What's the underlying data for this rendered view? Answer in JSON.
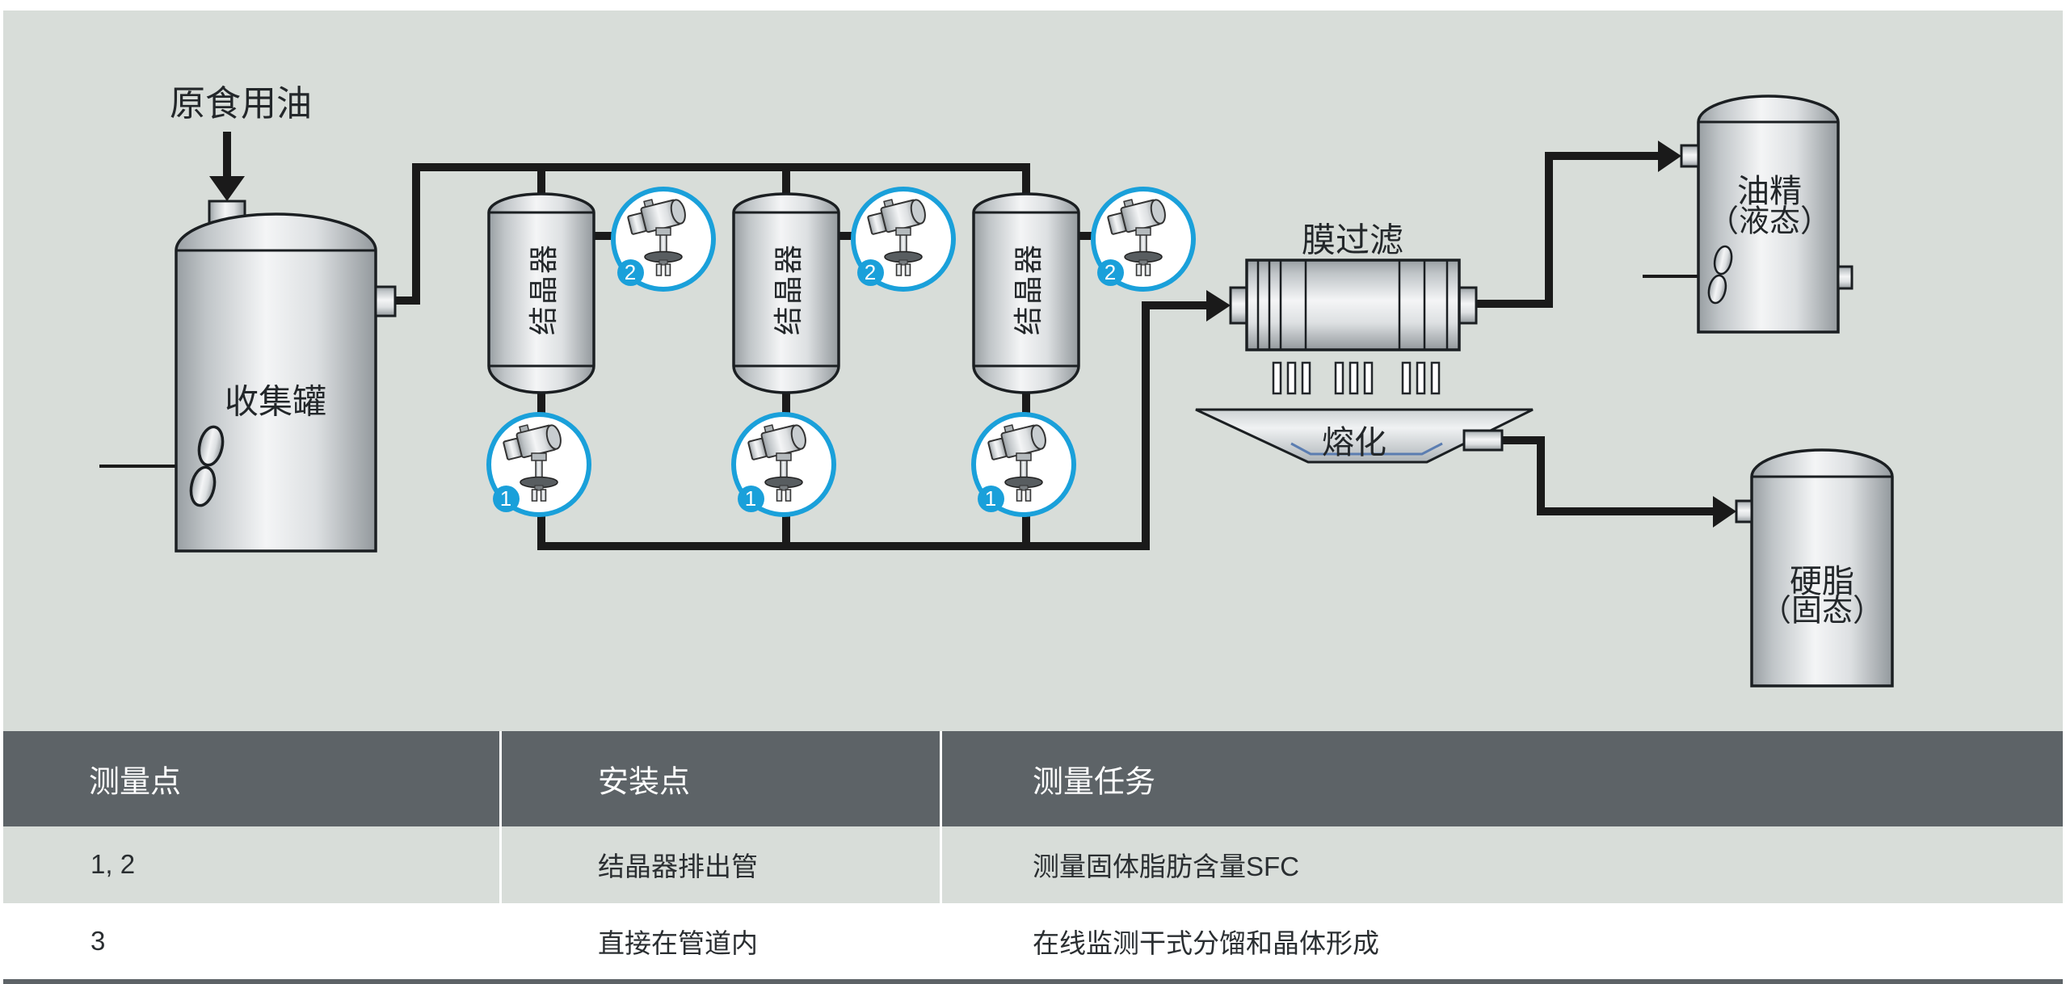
{
  "colors": {
    "panel_background": "#d8ddd9",
    "pipe": "#1a1a1a",
    "vessel_outline": "#1b1f22",
    "accent_blue": "#1aa0da",
    "table_header_bg": "#5d6367",
    "table_header_text": "#ffffff",
    "table_row_alt_bg": "#d8ddd9",
    "table_row_bg": "#ffffff",
    "liquid_line_blue": "#5b7db1"
  },
  "diagram": {
    "labels": {
      "raw_oil": "原食用油",
      "collection_tank": "收集罐",
      "crystallizer": "结晶器",
      "membrane_filter": "膜过滤",
      "melting": "熔化",
      "olein_line1": "油精",
      "olein_line2": "（液态）",
      "stearin_line1": "硬脂",
      "stearin_line2": "（固态）"
    },
    "badges": {
      "upper": "2",
      "lower": "1"
    }
  },
  "table": {
    "headers": [
      "测量点",
      "安装点",
      "测量任务"
    ],
    "rows": [
      {
        "cells": [
          "1, 2",
          "结晶器排出管",
          "测量固体脂肪含量SFC"
        ]
      },
      {
        "cells": [
          "3",
          "直接在管道内",
          "在线监测干式分馏和晶体形成"
        ]
      }
    ]
  }
}
